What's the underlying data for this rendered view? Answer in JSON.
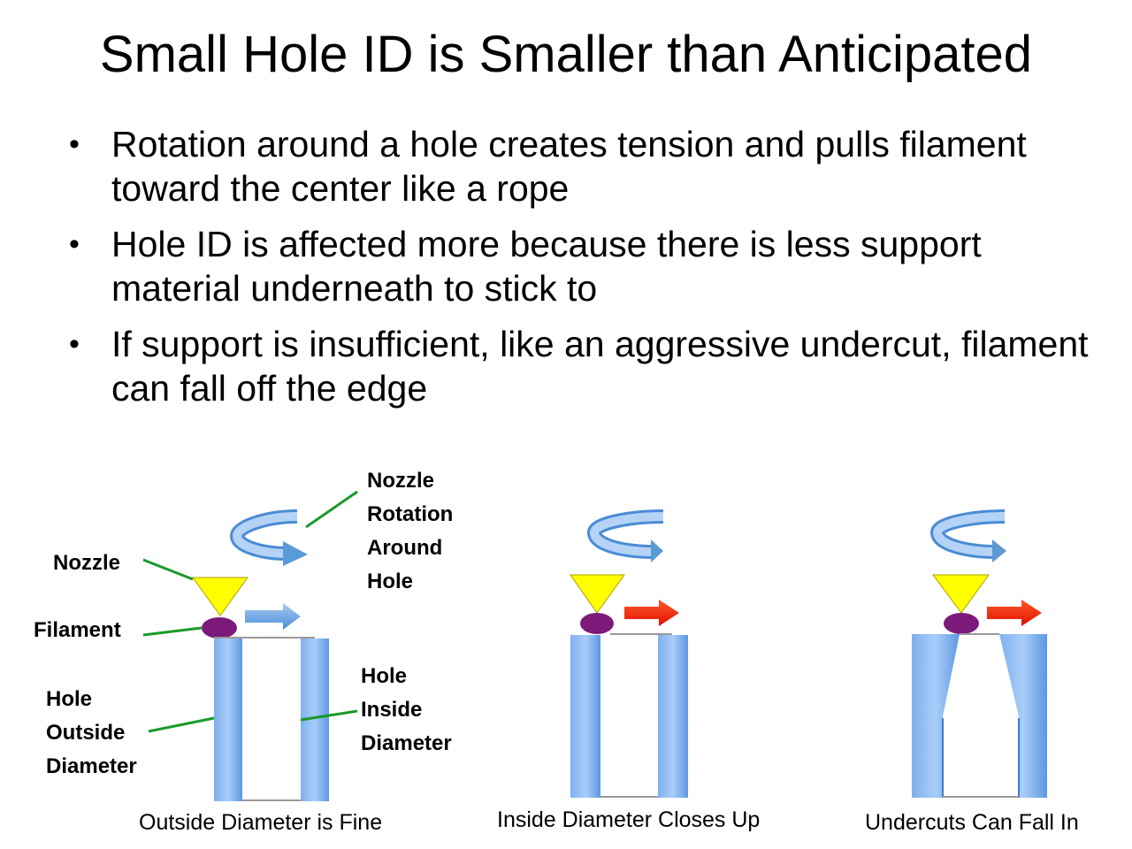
{
  "slide": {
    "title": "Small Hole ID is Smaller than Anticipated",
    "bullets": [
      "Rotation around a hole creates tension and pulls filament toward the center like a rope",
      "Hole ID is affected more because there is less support material underneath to stick to",
      "If support is insufficient, like an aggressive undercut, filament can fall off the edge"
    ]
  },
  "diagram": {
    "labels": {
      "nozzle": "Nozzle",
      "filament": "Filament",
      "hole_outside_diameter": [
        "Hole",
        "Outside",
        "Diameter"
      ],
      "nozzle_rotation": [
        "Nozzle",
        "Rotation",
        "Around",
        "Hole"
      ],
      "hole_inside_diameter": [
        "Hole",
        "Inside",
        "Diameter"
      ]
    },
    "captions": {
      "panel1": "Outside Diameter is Fine",
      "panel2": "Inside Diameter Closes Up",
      "panel3": "Undercuts Can Fall In"
    },
    "colors": {
      "nozzle": "#ffff00",
      "filament": "#7b1a78",
      "wall": "#6aa3e6",
      "blue_arrow": "#5b9bd5",
      "red_arrow": "#ff2a00",
      "leader_line": "#1a9a2a"
    },
    "icons": [
      "rotation-arrow-icon",
      "direction-arrow-icon"
    ]
  }
}
